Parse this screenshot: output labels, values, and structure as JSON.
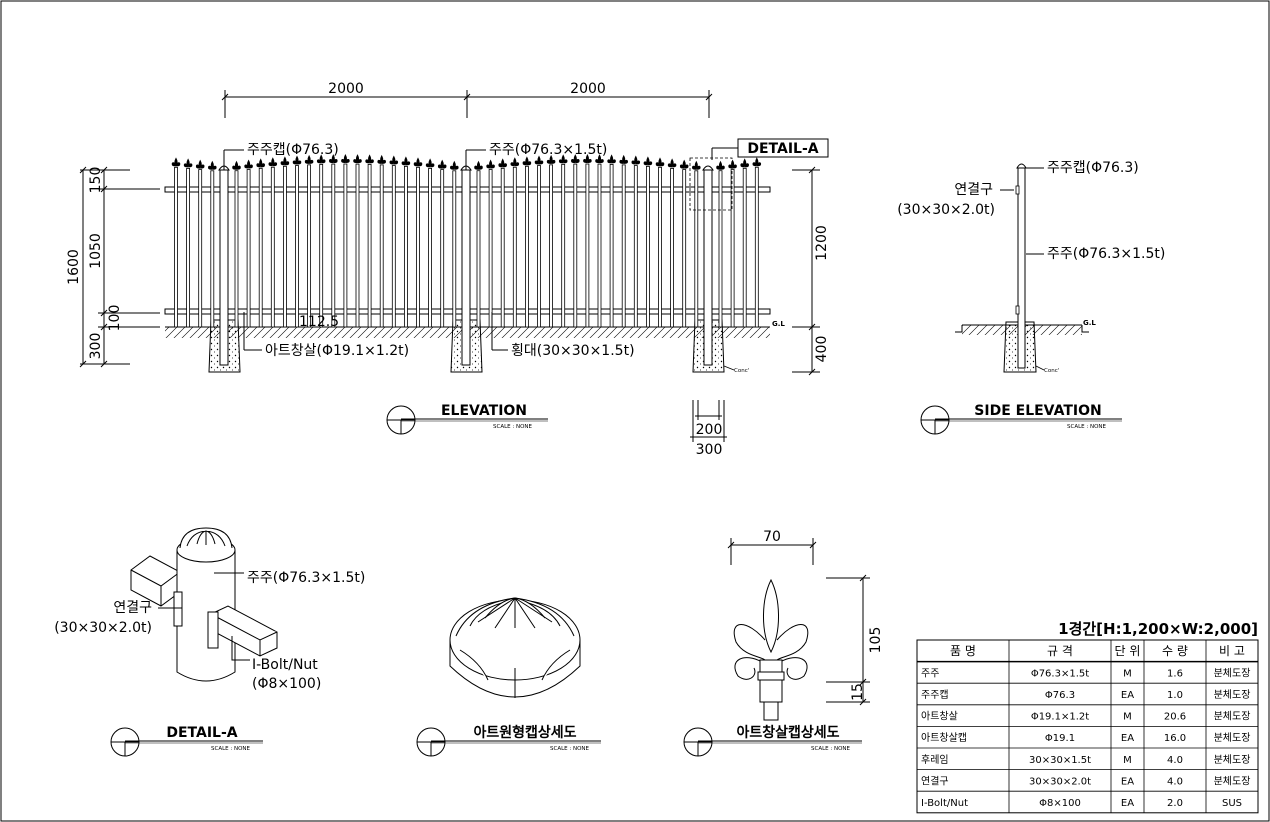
{
  "elevation": {
    "dims": {
      "span_left": "2000",
      "span_right": "2000",
      "total_height": "1600",
      "top_cap": "150",
      "mid_height": "1050",
      "bottom_rail": "100",
      "base": "300",
      "fence_height": "1200",
      "footing_depth": "400",
      "post_offset": "112.5",
      "footing_inner": "200",
      "footing_outer": "300"
    },
    "labels": {
      "post_cap": "주주캡(Φ76.3)",
      "post": "주주(Φ76.3×1.5t)",
      "detail_ref": "DETAIL-A",
      "picket": "아트창살(Φ19.1×1.2t)",
      "rail": "횡대(30×30×1.5t)",
      "gl": "G.L",
      "conc": "Conc'"
    },
    "title": "ELEVATION",
    "scale": "SCALE : NONE"
  },
  "side_elevation": {
    "labels": {
      "post_cap": "주주캡(Φ76.3)",
      "connector": "연결구",
      "connector_spec": "(30×30×2.0t)",
      "post": "주주(Φ76.3×1.5t)",
      "gl": "G.L",
      "conc": "Conc'"
    },
    "title": "SIDE ELEVATION",
    "scale": "SCALE : NONE"
  },
  "detail_a": {
    "labels": {
      "post": "주주(Φ76.3×1.5t)",
      "connector": "연결구",
      "connector_spec": "(30×30×2.0t)",
      "bolt": "I-Bolt/Nut",
      "bolt_spec": "(Φ8×100)"
    },
    "title": "DETAIL-A",
    "scale": "SCALE : NONE"
  },
  "round_cap": {
    "title": "아트원형캡상세도",
    "scale": "SCALE : NONE"
  },
  "picket_cap": {
    "dims": {
      "width": "70",
      "height": "105",
      "base": "15"
    },
    "title": "아트창살캡상세도",
    "scale": "SCALE : NONE"
  },
  "table": {
    "title": "1경간[H:1,200×W:2,000]",
    "headers": [
      "품 명",
      "규 격",
      "단 위",
      "수 량",
      "비 고"
    ],
    "rows": [
      [
        "주주",
        "Φ76.3×1.5t",
        "M",
        "1.6",
        "분체도장"
      ],
      [
        "주주캡",
        "Φ76.3",
        "EA",
        "1.0",
        "분체도장"
      ],
      [
        "아트창살",
        "Φ19.1×1.2t",
        "M",
        "20.6",
        "분체도장"
      ],
      [
        "아트창살캡",
        "Φ19.1",
        "EA",
        "16.0",
        "분체도장"
      ],
      [
        "후레임",
        "30×30×1.5t",
        "M",
        "4.0",
        "분체도장"
      ],
      [
        "연결구",
        "30×30×2.0t",
        "EA",
        "4.0",
        "분체도장"
      ],
      [
        "I-Bolt/Nut",
        "Φ8×100",
        "EA",
        "2.0",
        "SUS"
      ]
    ]
  }
}
